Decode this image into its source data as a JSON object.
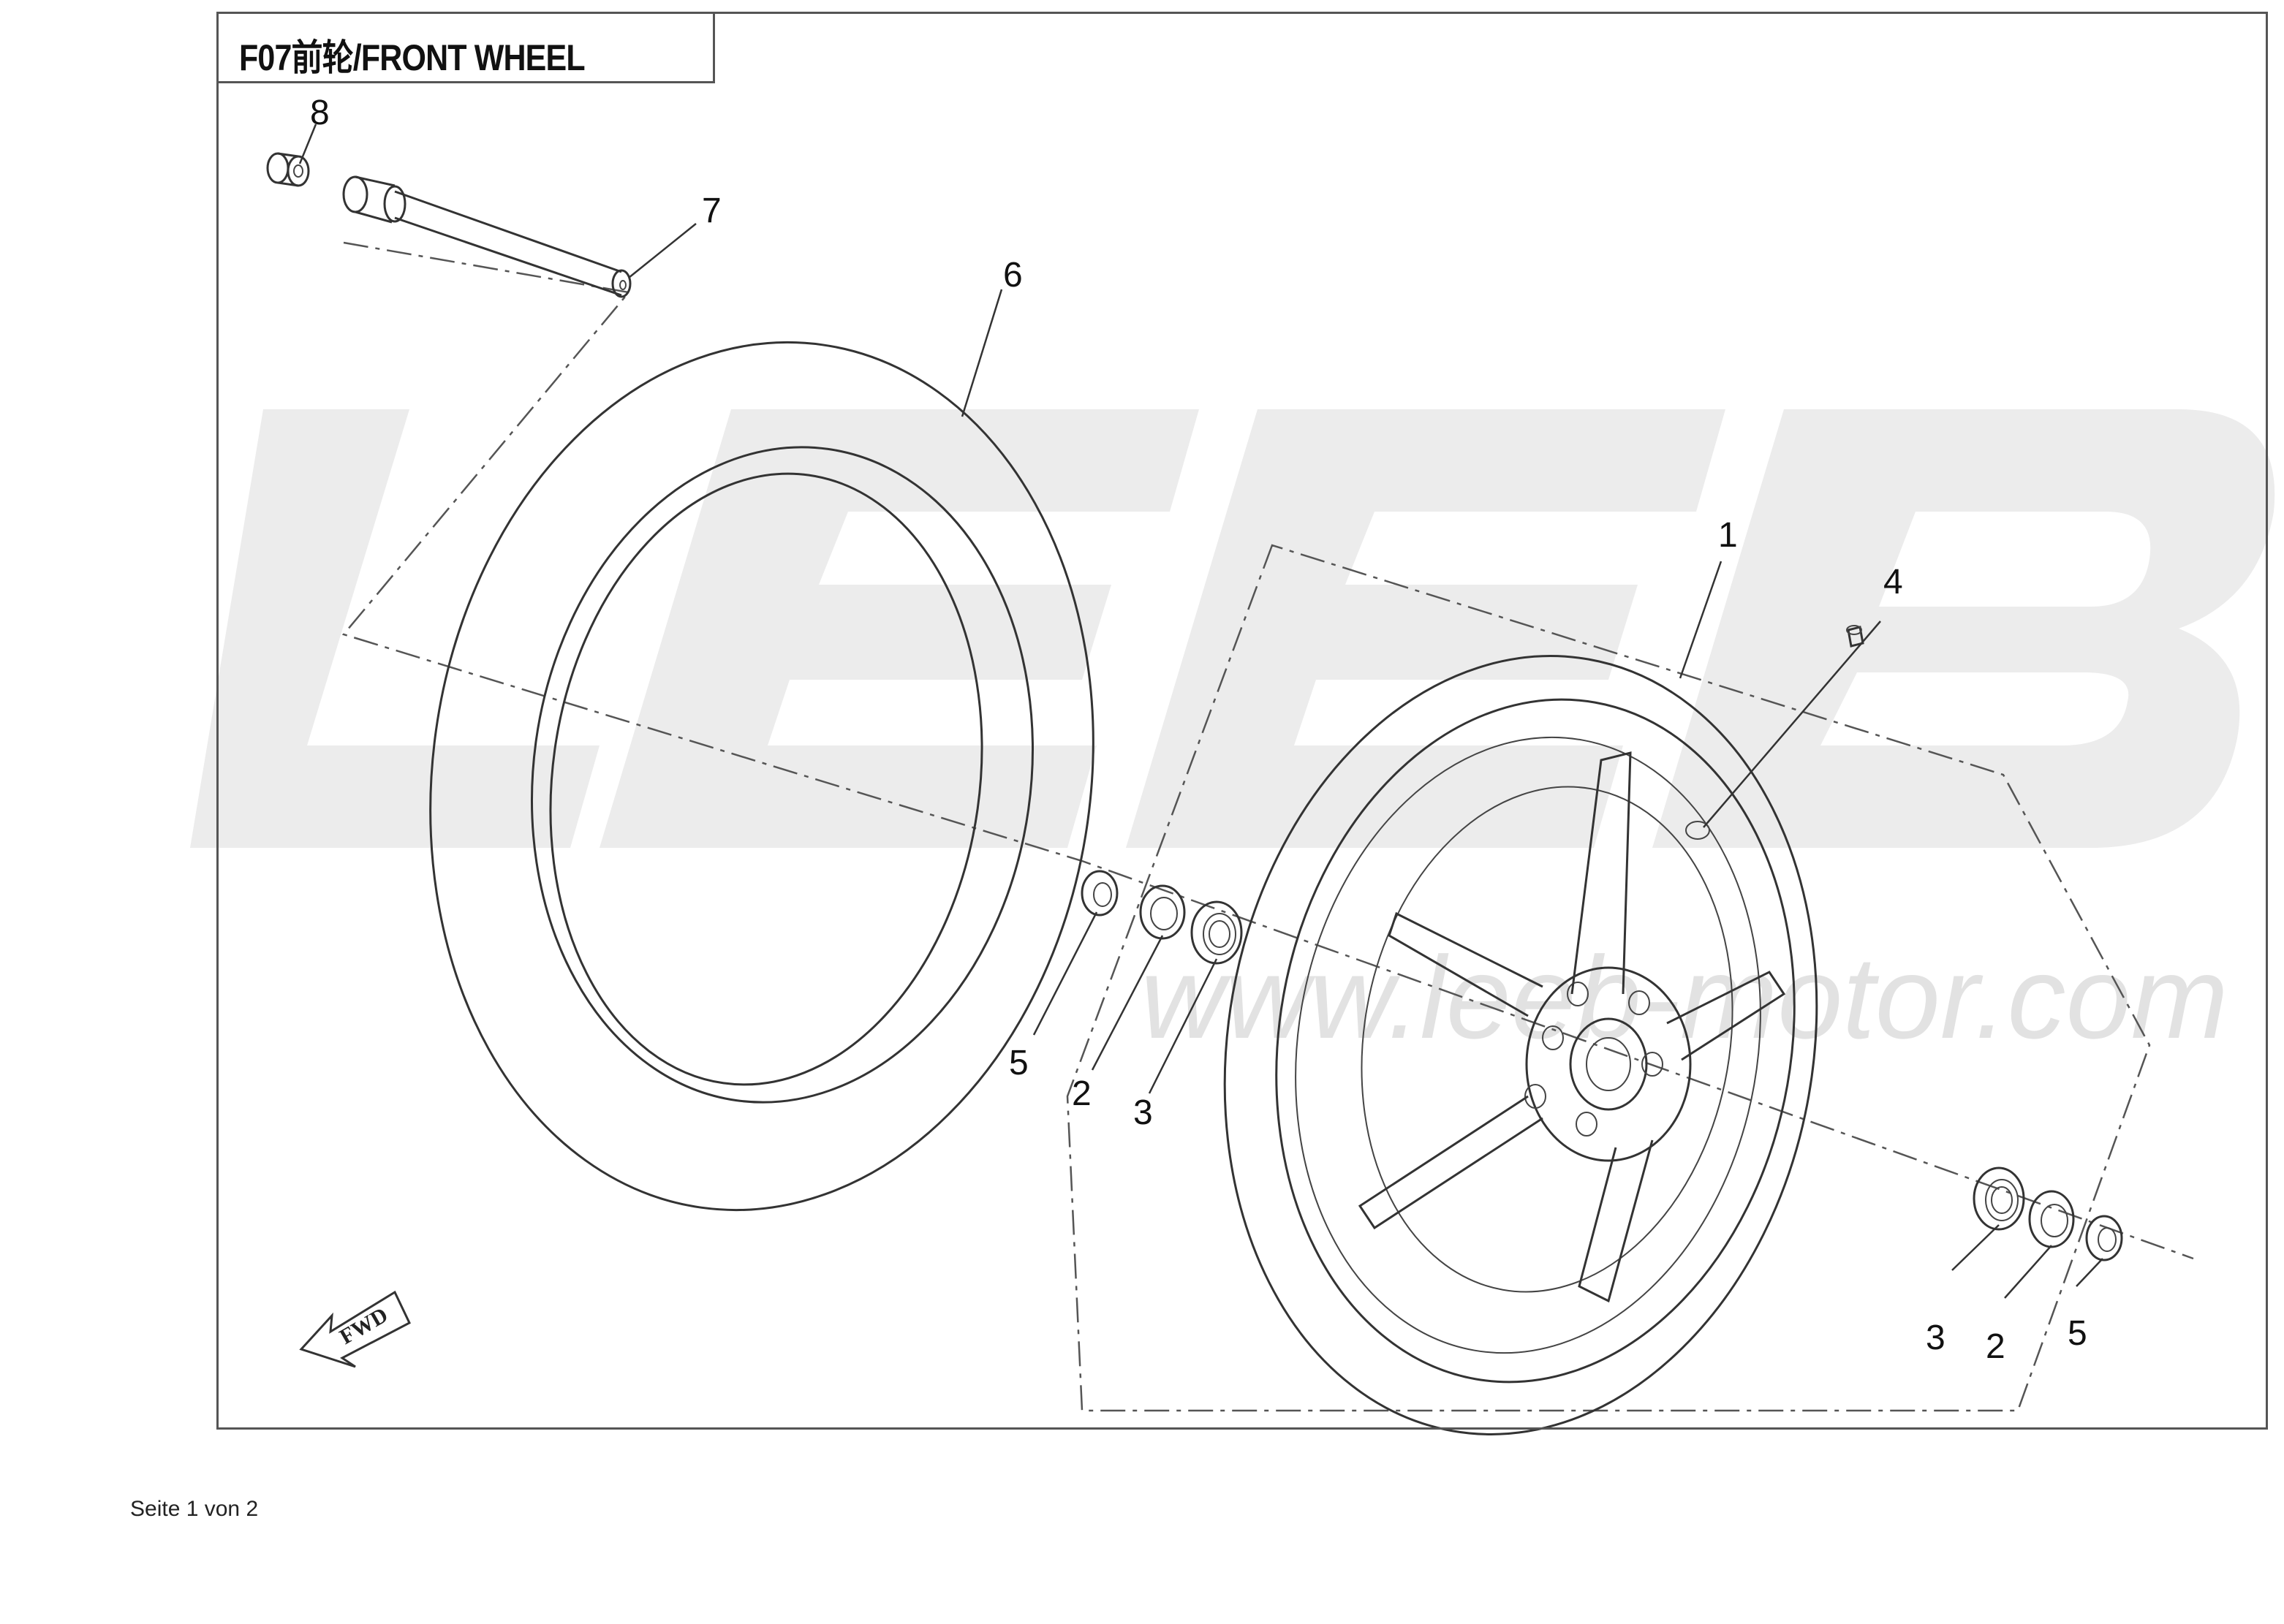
{
  "diagram": {
    "title": "F07前轮/FRONT WHEEL",
    "watermark_logo": "LEEB",
    "watermark_url": "www.leeb-motor.com",
    "fwd_label": "FWD",
    "callouts": [
      "8",
      "7",
      "6",
      "1",
      "4",
      "5",
      "2",
      "3",
      "3",
      "2",
      "5"
    ]
  },
  "footer": {
    "page_text": "Seite 1 von 2"
  }
}
